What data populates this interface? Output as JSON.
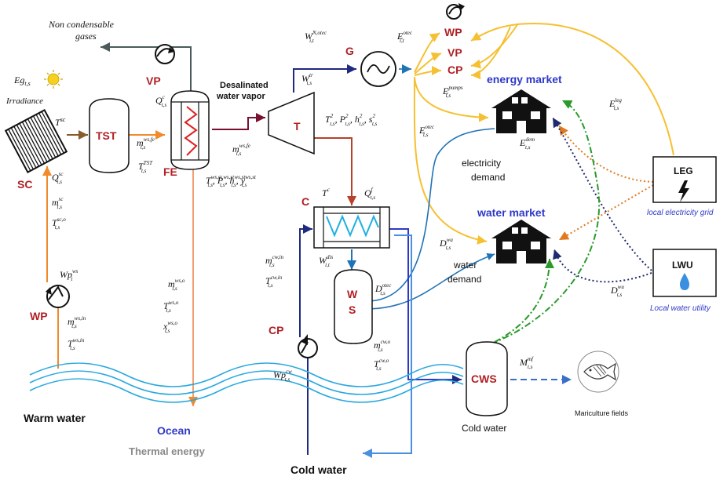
{
  "labels": {
    "non_condensable": [
      "Non condensable",
      "gases"
    ],
    "vp_top": "VP",
    "irradiance_sym": "Eg",
    "irradiance_sub": "t,s",
    "irradiance": "Irradiance",
    "sc": "SC",
    "tst": "TST",
    "fe": "FE",
    "t_sc": "T",
    "t_sc_sup": "sc",
    "desalinated": [
      "Desalinated",
      "water vapor"
    ],
    "turbine": "T",
    "generator": "G",
    "w_n_otec": "W",
    "e_otec": "E",
    "w_tr": "W",
    "c": "C",
    "ws": [
      "W",
      "S"
    ],
    "cp": "CP",
    "wp_bottom": "WP",
    "cws": "CWS",
    "wp_right": "WP",
    "vp_right": "VP",
    "cp_right": "CP",
    "energy_market": "energy market",
    "water_market": "water market",
    "electricity_demand": [
      "electricity",
      "demand"
    ],
    "water_demand": [
      "water",
      "demand"
    ],
    "leg": "LEG",
    "leg_sub": "local electricity grid",
    "lwu": "LWU",
    "lwu_sub": "Local water utility",
    "warm_water": "Warm water",
    "ocean": "Ocean",
    "thermal_energy": "Thermal energy",
    "cold_water_bottom": "Cold water",
    "cold_water_cws": "Cold water",
    "mariculture": "Mariculture fields"
  },
  "vars": {
    "q_c": [
      "Q",
      "c",
      "t,s"
    ],
    "m_ws_fe": [
      "m",
      "ws,fe",
      "t,s"
    ],
    "t_tst": [
      "T",
      "TST",
      "t,s"
    ],
    "m_ws_fe2": [
      "m",
      "ws,fe",
      "t,s"
    ],
    "t_st_state": "T²t,s, P²t,s, h²t,s, s²t,s",
    "ws_st_state": "Tws,st t,s , Pws,st t,s , hws,st t,s , yws,st t,s",
    "t_c": [
      "T",
      "c"
    ],
    "q_f": [
      "Q",
      "f",
      "t,s"
    ],
    "w_dis": [
      "W",
      "dis",
      "t,s"
    ],
    "d_otec": [
      "D",
      "otec",
      "t,s"
    ],
    "m_cw_in": [
      "m",
      "cw,in",
      "t,s"
    ],
    "t_cw_in": [
      "T",
      "cw,in",
      "t,s"
    ],
    "m_cw_o": [
      "m",
      "cw,o",
      "t,s"
    ],
    "t_cw_o": [
      "T",
      "cw,o",
      "t,s"
    ],
    "wp_cw": [
      "Wp",
      "cw",
      "t,s"
    ],
    "q_sc": [
      "Q",
      "sc",
      "t,s"
    ],
    "m_sc": [
      "m",
      "sc",
      "t,s"
    ],
    "t_sc_o": [
      "T",
      "sc,o",
      "t,s"
    ],
    "wp_ws": [
      "Wp",
      "ws",
      "t"
    ],
    "m_ws_in": [
      "m",
      "ws,in",
      "t,s"
    ],
    "t_ws_in": [
      "T",
      "ws,in",
      "t,s"
    ],
    "m_ws_o": [
      "m",
      "ws,o",
      "t,s"
    ],
    "t_ws_o": [
      "T",
      "ws,o",
      "t,s"
    ],
    "x_ws_o": [
      "x",
      "ws,o",
      "t,s"
    ],
    "e_pumps": [
      "E",
      "pumps",
      "t,s"
    ],
    "e_otec2": [
      "E",
      "otec",
      "t,s"
    ],
    "e_dem": [
      "E",
      "dem",
      "t,s"
    ],
    "e_leg": [
      "E",
      "leg",
      "t,s"
    ],
    "d_wu": [
      "D",
      "wu",
      "t,s"
    ],
    "d_wa": [
      "D",
      "wa",
      "t,s"
    ],
    "m_mf": [
      "M",
      "mf",
      "t,s"
    ]
  },
  "colors": {
    "orange": "#f08a2a",
    "brown": "#8a5a2b",
    "maroon": "#7a1030",
    "red": "#b01f24",
    "navy": "#1f2a80",
    "blue": "#1f73b7",
    "yellow": "#f5c032",
    "green": "#2a9a2a",
    "dark_gray": "#4b5b5b",
    "light_blue": "#4a8fe0",
    "wave": "#29a8e0"
  }
}
